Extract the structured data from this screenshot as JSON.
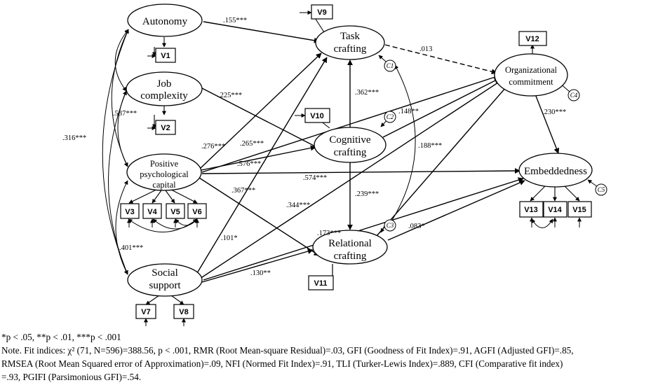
{
  "nodes": {
    "autonomy": [
      "Autonomy"
    ],
    "job_complexity": [
      "Job",
      "complexity"
    ],
    "psycap": [
      "Positive",
      "psychological",
      "capital"
    ],
    "social_support": [
      "Social",
      "support"
    ],
    "task_crafting": [
      "Task",
      "crafting"
    ],
    "cognitive_crafting": [
      "Cognitive",
      "crafting"
    ],
    "relational_crafting": [
      "Relational",
      "crafting"
    ],
    "org_commitment": [
      "Organizational",
      "commitment"
    ],
    "embeddedness": [
      "Embeddedness"
    ]
  },
  "indicators": [
    "V1",
    "V2",
    "V3",
    "V4",
    "V5",
    "V6",
    "V7",
    "V8",
    "V9",
    "V10",
    "V11",
    "V12",
    "V13",
    "V14",
    "V15"
  ],
  "errors": [
    "C1",
    "C2",
    "C3",
    "C4",
    "C5"
  ],
  "coefficients": {
    "auto_task": ".155***",
    "job_cog": ".225***",
    "psy_task": ".276***",
    "psy_cog": ".265***",
    "psy_org": ".576***",
    "psy_emb": ".574***",
    "psy_rel": ".367***",
    "soc_cog": ".344***",
    "soc_task": ".101*",
    "soc_rel": ".130**",
    "soc_emb": ".173***",
    "task_org": ".013",
    "cog_task": ".362***",
    "cog_org": ".148**",
    "cog_rel": ".239***",
    "rel_org": ".188***",
    "rel_emb": ".083*",
    "org_emb": ".230***",
    "cov_auto_job": ".537***",
    "cov_auto_soc": ".316***",
    "cov_psy_soc": ".401***"
  },
  "notes": {
    "significance": "*p < .05, **p < .01, ***p < .001",
    "fit_line1": "Note. Fit indices: χ² (71, N=596)=388.56, p < .001, RMR (Root Mean-square Residual)=.03, GFI (Goodness of Fit Index)=.91, AGFI (Adjusted GFI)=.85,",
    "fit_line2": "RMSEA (Root Mean Squared error of Approximation)=.09, NFI (Normed Fit Index)=.91, TLI (Turker-Lewis Index)=.889, CFI (Comparative fit index)",
    "fit_line3": "=.93, PGIFI (Parsimonious GFI)=.54."
  }
}
